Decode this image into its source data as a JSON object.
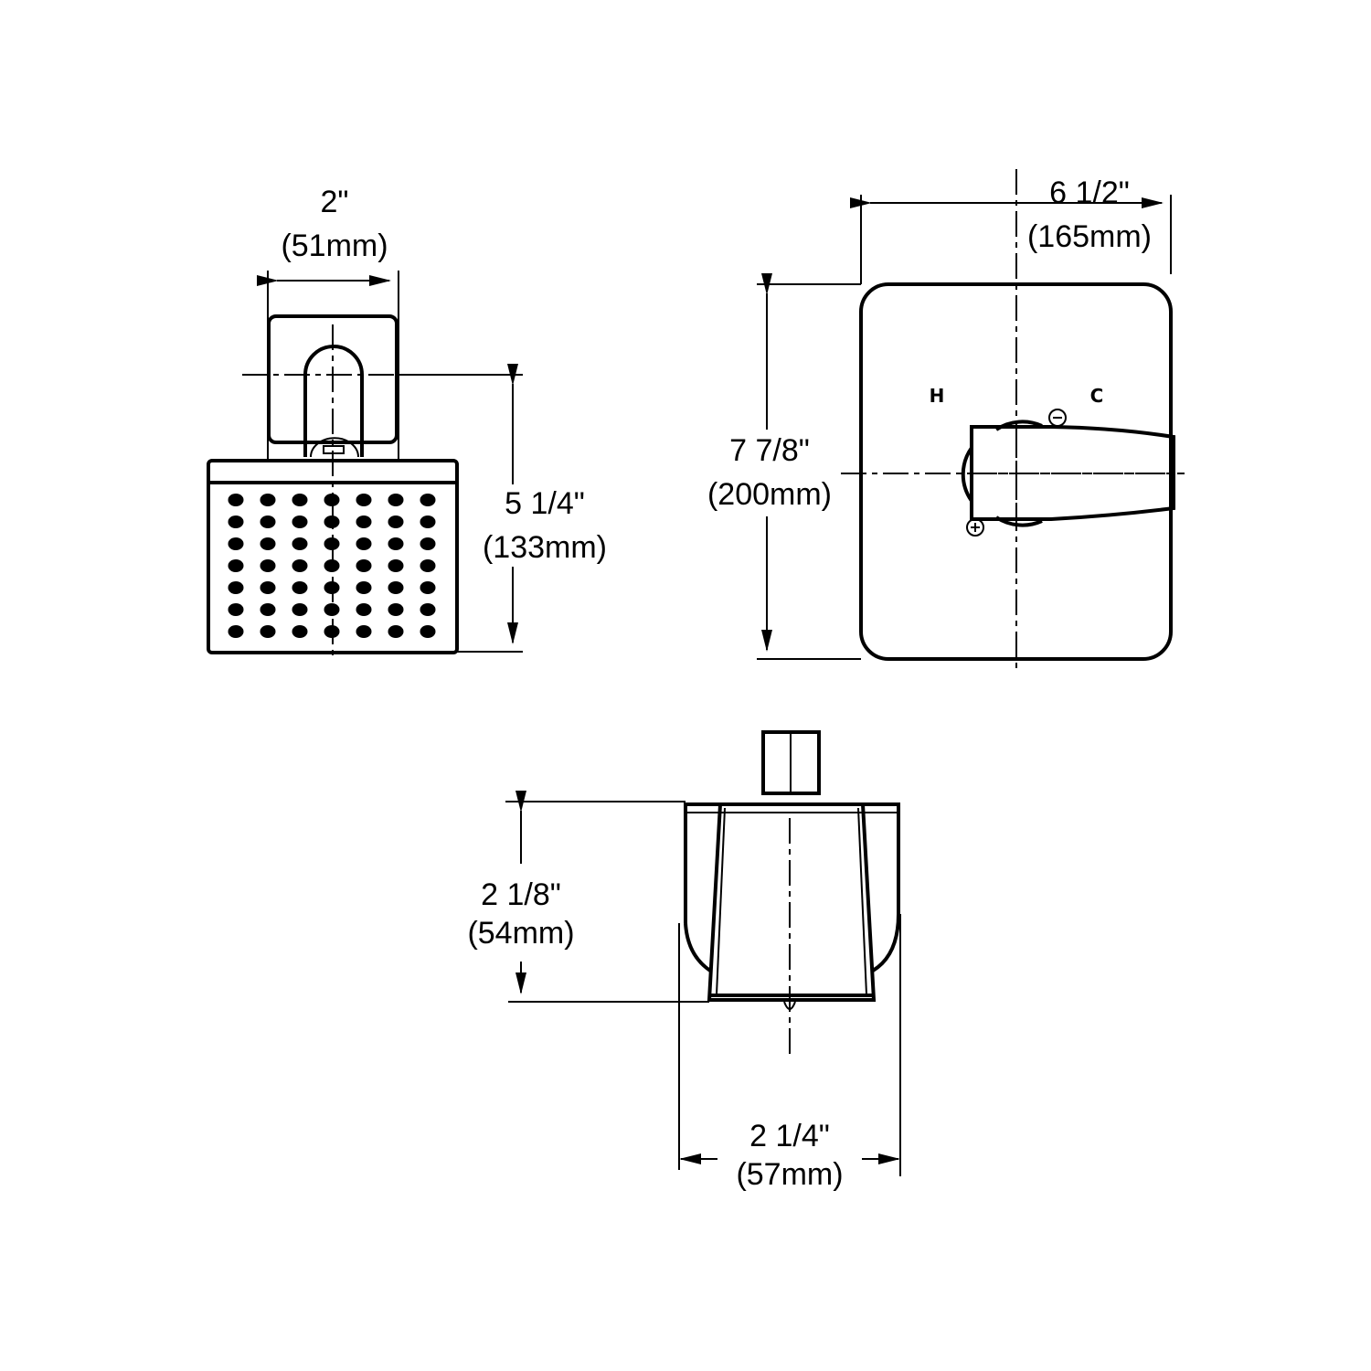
{
  "shower_head": {
    "width_in": "2\"",
    "width_mm": "(51mm)",
    "height_in": "5 1/4\"",
    "height_mm": "(133mm)",
    "nozzle_rows": 7,
    "nozzle_cols": 7
  },
  "valve_trim": {
    "width_in": "6 1/2\"",
    "width_mm": "(165mm)",
    "height_in": "7 7/8\"",
    "height_mm": "(200mm)",
    "hot_label": "H",
    "cold_label": "C"
  },
  "tub_spout": {
    "height_in": "2 1/8\"",
    "height_mm": "(54mm)",
    "width_in": "2 1/4\"",
    "width_mm": "(57mm)"
  }
}
